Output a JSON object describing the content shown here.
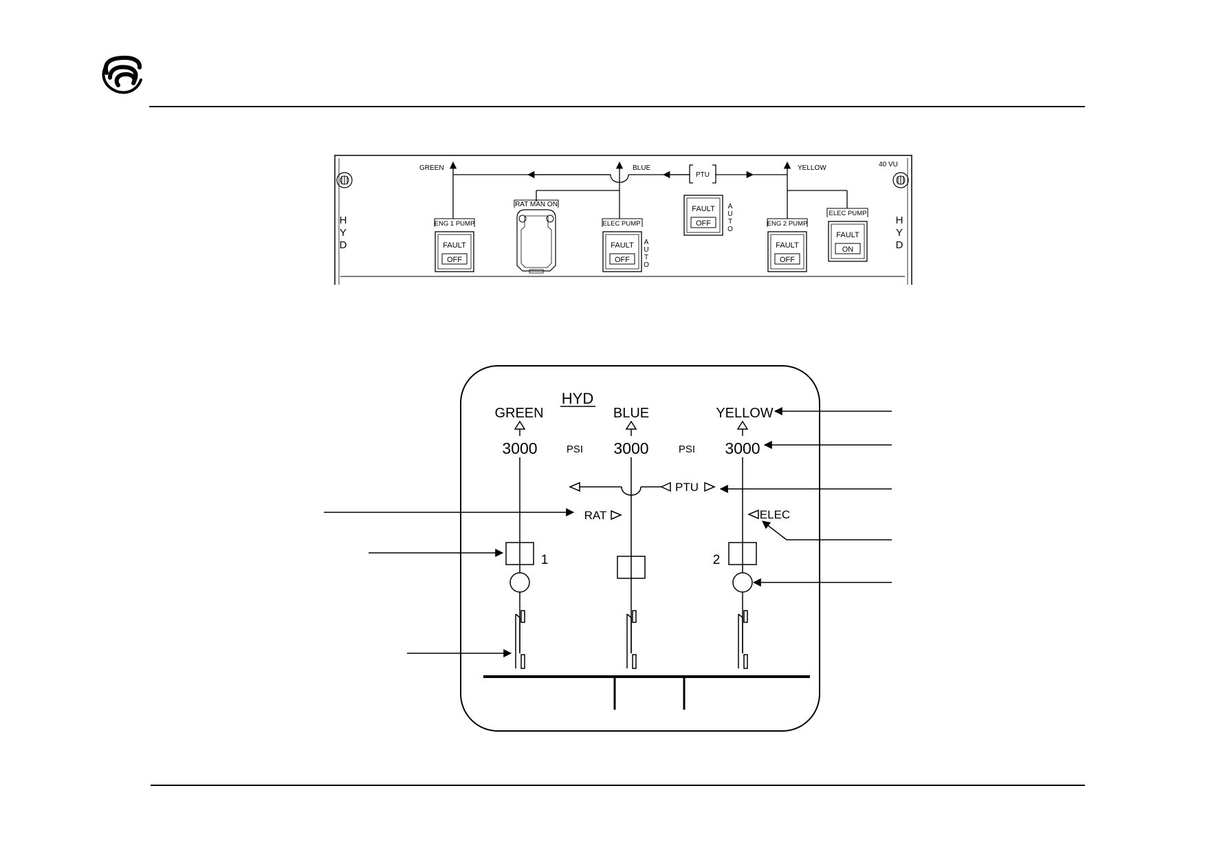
{
  "overhead_panel": {
    "panel_id": "40 VU",
    "side_label_left": [
      "H",
      "Y",
      "D"
    ],
    "side_label_right": [
      "H",
      "Y",
      "D"
    ],
    "system_labels": {
      "green": "GREEN",
      "blue": "BLUE",
      "yellow": "YELLOW"
    },
    "ptu_label": "PTU",
    "rat_label": "RAT MAN ON",
    "auto_letters": [
      "A",
      "U",
      "T",
      "O"
    ],
    "buttons": [
      {
        "label": "ENG 1 PUMP",
        "upper": "FAULT",
        "lower": "OFF"
      },
      {
        "label": "ELEC PUMP",
        "upper": "FAULT",
        "lower": "OFF"
      },
      {
        "label": "",
        "upper": "FAULT",
        "lower": "OFF"
      },
      {
        "label": "ENG 2 PUMP",
        "upper": "FAULT",
        "lower": "OFF"
      },
      {
        "label": "ELEC PUMP",
        "upper": "FAULT",
        "lower": "ON"
      }
    ]
  },
  "ecam_page": {
    "title": "HYD",
    "systems": [
      {
        "name": "GREEN",
        "pressure": "3000",
        "pump_number": "1"
      },
      {
        "name": "BLUE",
        "pressure": "3000",
        "pump_number": ""
      },
      {
        "name": "YELLOW",
        "pressure": "3000",
        "pump_number": "2"
      }
    ],
    "unit": "PSI",
    "ptu": "PTU",
    "rat": "RAT",
    "elec": "ELEC"
  },
  "colors": {
    "line": "#000000",
    "background": "#ffffff"
  }
}
